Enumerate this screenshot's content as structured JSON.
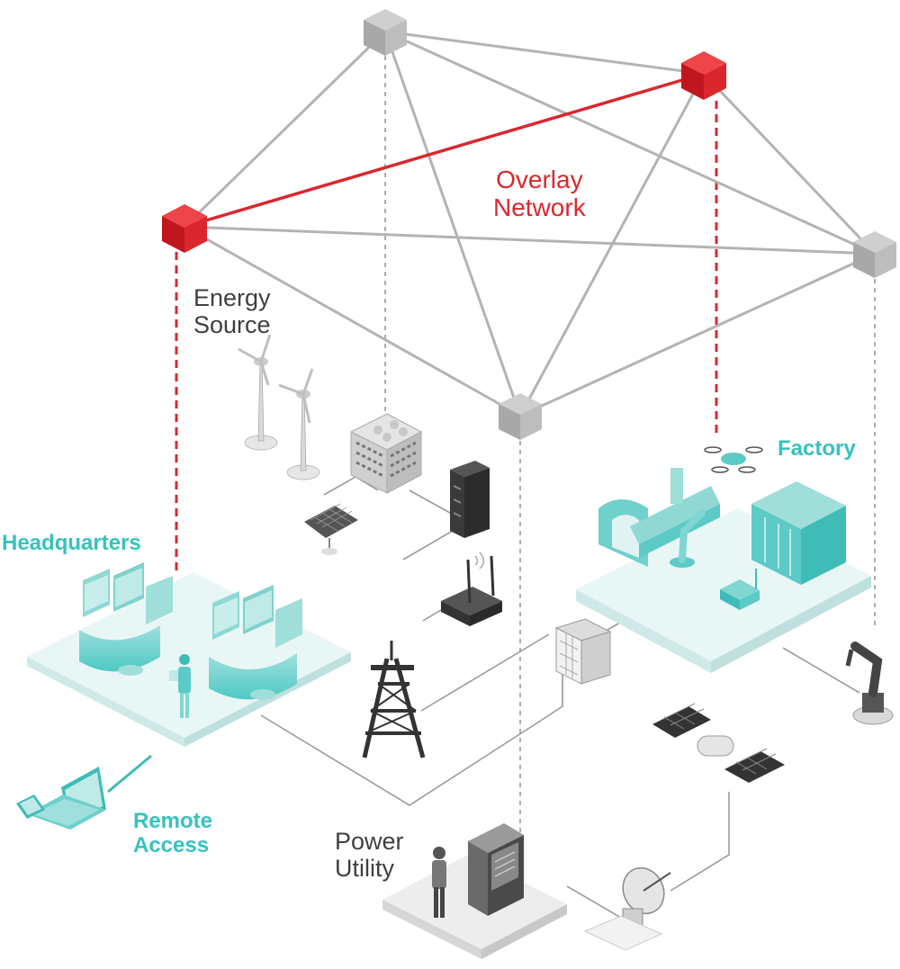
{
  "labels": {
    "overlay_network_line1": "Overlay",
    "overlay_network_line2": "Network",
    "energy_source_line1": "Energy",
    "energy_source_line2": "Source",
    "headquarters": "Headquarters",
    "factory": "Factory",
    "remote_access_line1": "Remote",
    "remote_access_line2": "Access",
    "power_utility_line1": "Power",
    "power_utility_line2": "Utility"
  },
  "colors": {
    "overlay_red": "#d7282f",
    "node_gray": "#b3b3b3",
    "teal": "#36c2bf",
    "teal_light": "#dff3f2",
    "text_gray": "#3f3f3f",
    "equipment_dark": "#3a3a3a"
  },
  "icons": [
    "wind-turbine-icon",
    "solar-panel-icon",
    "office-building-icon",
    "server-rack-icon",
    "wifi-router-icon",
    "transmission-tower-icon",
    "control-panel-icon",
    "satellite-icon",
    "satellite-dish-icon",
    "robot-arm-icon",
    "drone-icon",
    "laptop-icon",
    "phone-icon",
    "worker-icon",
    "control-console-icon"
  ]
}
